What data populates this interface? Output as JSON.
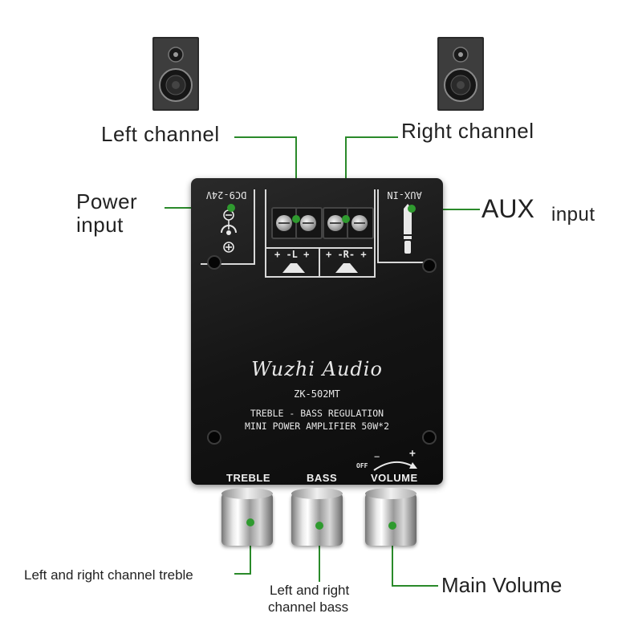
{
  "callouts": {
    "left_channel": "Left channel",
    "right_channel": "Right channel",
    "power_input_line1": "Power",
    "power_input_line2": "input",
    "aux": "AUX",
    "aux_input": "input",
    "treble": "Left and right channel treble",
    "bass_line1": "Left and right",
    "bass_line2": "channel bass",
    "volume": "Main Volume"
  },
  "board": {
    "power_label": "DC9-24V",
    "aux_label": "AUX-IN",
    "left_terminal": "+ -L +",
    "right_terminal": "+ -R- +",
    "brand": "Wuzhi Audio",
    "model": "ZK-502MT",
    "line1": "TREBLE - BASS REGULATION",
    "line2": "MINI POWER AMPLIFIER 50W*2",
    "vol_off": "OFF",
    "vol_minus": "−",
    "vol_plus": "+",
    "knob_treble": "TREBLE",
    "knob_bass": "BASS",
    "knob_volume": "VOLUME"
  },
  "colors": {
    "leader": "#2a8a2a",
    "board": "#141414",
    "silkscreen": "#e8e8e8"
  },
  "icons": [
    "speaker-icon",
    "dc-jack-icon",
    "aux-jack-icon",
    "speaker-symbol-icon"
  ]
}
